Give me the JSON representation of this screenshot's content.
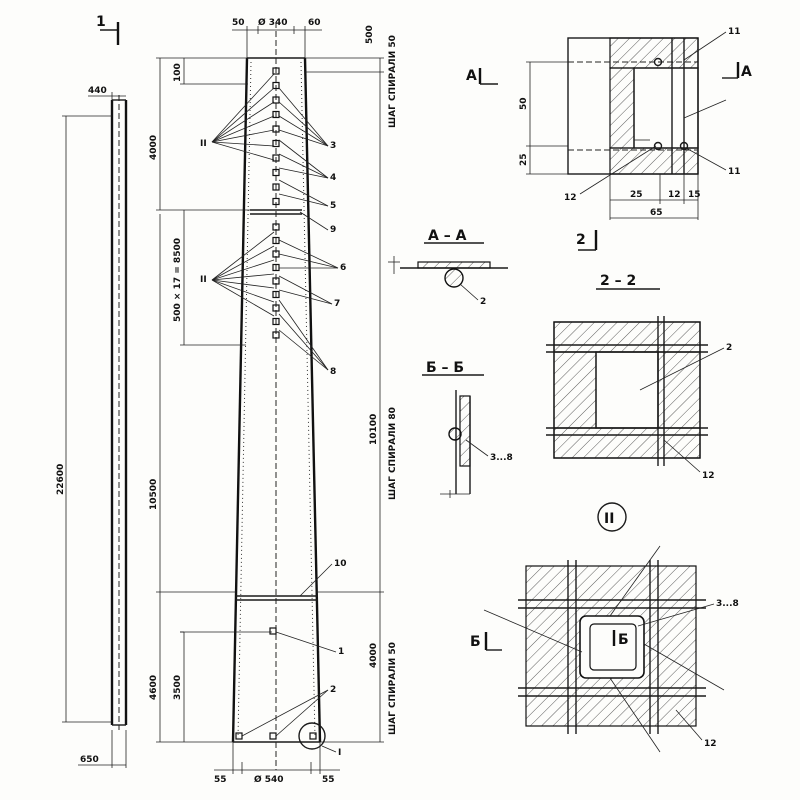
{
  "sheet_number": "1",
  "left_elevation": {
    "top_width": "440",
    "length": "22600",
    "bottom_width": "650"
  },
  "main_elevation": {
    "top_left_gap": "50",
    "top_diameter": "Ø 340",
    "top_right_gap": "60",
    "top_offset": "500",
    "spiral_pitch_top": "ШАГ СПИРАЛИ 50",
    "dim_100": "100",
    "dim_4000_top": "4000",
    "dim_mid": "500 × 17 = 8500",
    "dim_10500": "10500",
    "dim_10100": "10100",
    "spiral_pitch_mid": "ШАГ СПИРАЛИ 80",
    "dim_4600": "4600",
    "dim_3500": "3500",
    "dim_4000_bottom": "4000",
    "spiral_pitch_bottom": "ШАГ СПИРАЛИ 50",
    "bottom_left_gap": "55",
    "bottom_diameter": "Ø 540",
    "bottom_right_gap": "55",
    "callouts": [
      "II",
      "3",
      "4",
      "5",
      "9",
      "II",
      "6",
      "7",
      "8",
      "10",
      "1",
      "2",
      "I"
    ]
  },
  "detail_top": {
    "marker_a_left": "A",
    "marker_a_right": "A",
    "dim_50": "50",
    "dim_25": "25",
    "dim_25_bottom": "25",
    "dim_12": "12",
    "dim_15": "15",
    "dim_65": "65",
    "callout_11_top": "11",
    "callout_11_bottom": "11",
    "callout_12": "12"
  },
  "section_aa": {
    "title": "А – А",
    "callout": "2"
  },
  "section_22": {
    "marker": "2",
    "title": "2 – 2",
    "callout_2": "2",
    "callout_12": "12"
  },
  "section_bb": {
    "title": "Б – Б",
    "callout": "3...8"
  },
  "detail_ii": {
    "title": "II",
    "marker_left": "Б",
    "marker_inner": "Б",
    "callout": "3...8",
    "callout_12": "12"
  }
}
